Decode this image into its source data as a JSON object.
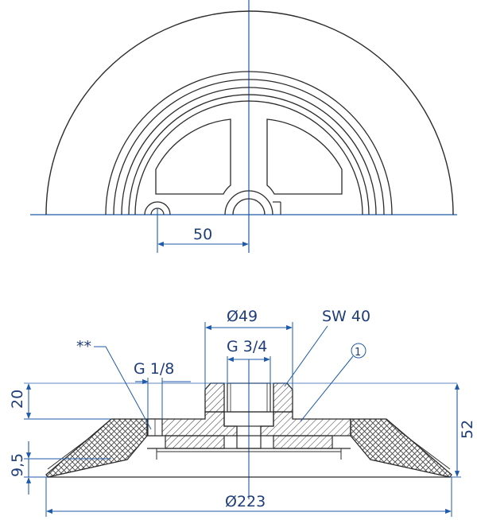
{
  "colors": {
    "outline": "#2b2b2b",
    "dimension": "#1f5aa8",
    "dimension_text": "#1f3d78",
    "hatch": "#444444",
    "centerline": "#1f5aa8"
  },
  "top_view": {
    "dim_offset": "50"
  },
  "section_view": {
    "dim_outer_diameter": "Ø223",
    "dim_boss_diameter": "Ø49",
    "dim_thread_main": "G 3/4",
    "dim_thread_small": "G 1/8",
    "dim_wrench_size": "SW 40",
    "dim_total_height": "52",
    "dim_boss_height": "20",
    "dim_lip_height": "9,5",
    "note_marker": "**",
    "callout_number": "1"
  }
}
